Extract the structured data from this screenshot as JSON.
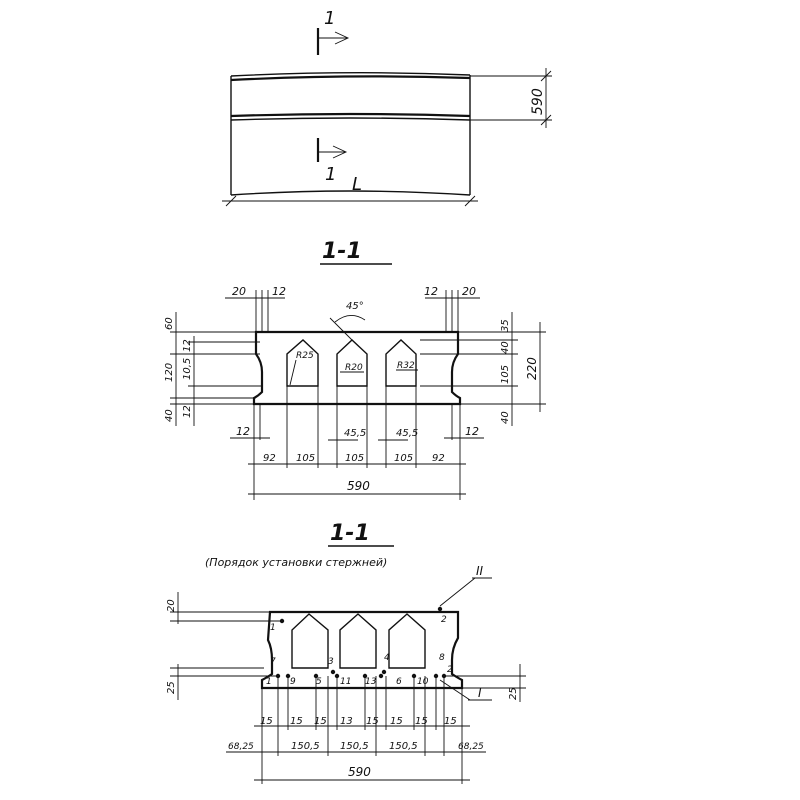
{
  "plan": {
    "section_mark_top": "1",
    "section_mark_bottom": "1",
    "width_label": "590",
    "length_label": "L"
  },
  "section1": {
    "title": "1-1",
    "top_left_20": "20",
    "top_left_12": "12",
    "top_right_12": "12",
    "top_right_20": "20",
    "angle_label": "45°",
    "left_60": "60",
    "left_12a": "12",
    "left_105": "10,5",
    "left_120": "120",
    "left_12b": "12",
    "left_40": "40",
    "right_35": "35",
    "right_40": "40",
    "right_105": "105",
    "right_40b": "40",
    "right_220": "220",
    "r25": "R25",
    "r20": "R20",
    "r32": "R32",
    "bot_left_12": "12",
    "bot_right_12": "12",
    "dim_455a": "45,5",
    "dim_455b": "45,5",
    "b_92a": "92",
    "b_105a": "105",
    "b_105b": "105",
    "b_105c": "105",
    "b_92b": "92",
    "total": "590"
  },
  "section2": {
    "title": "1-1",
    "subtitle": "(Порядок установки стержней)",
    "label_II": "II",
    "label_I": "I",
    "left_20": "20",
    "left_25": "25",
    "right_25": "25",
    "bar_numbers": [
      "1",
      "2",
      "7",
      "3",
      "4",
      "8",
      "1",
      "9",
      "5",
      "11",
      "13",
      "6",
      "10",
      "2"
    ],
    "dims_15": [
      "15",
      "15",
      "15",
      "13",
      "15",
      "15",
      "15",
      "15"
    ],
    "d_6825a": "68,25",
    "d_1505a": "150,5",
    "d_1505b": "150,5",
    "d_1505c": "150,5",
    "d_6825b": "68,25",
    "total": "590"
  }
}
